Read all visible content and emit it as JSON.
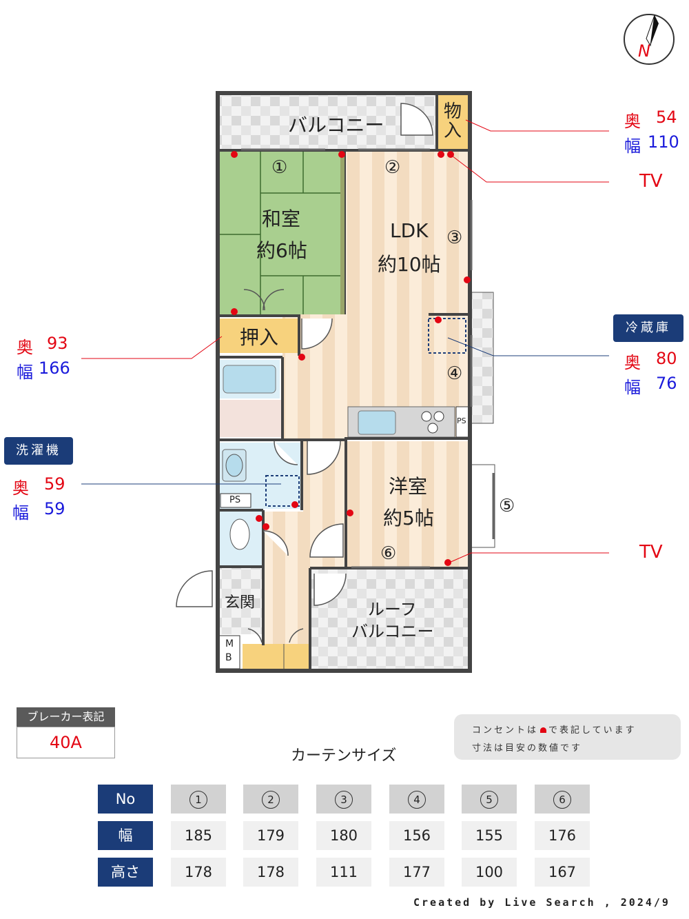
{
  "compass": {
    "label": "N"
  },
  "rooms": {
    "balcony": "バルコニー",
    "storage": "物入",
    "washitsu_name": "和室",
    "washitsu_size": "約6帖",
    "ldk_name": "LDK",
    "ldk_size": "約10帖",
    "oshiire": "押入",
    "yoshitsu_name": "洋室",
    "yoshitsu_size": "約5帖",
    "genkan": "玄関",
    "roof_balcony_1": "ルーフ",
    "roof_balcony_2": "バルコニー",
    "ps": "PS",
    "mb_1": "M",
    "mb_2": "B"
  },
  "window_markers": [
    "①",
    "②",
    "③",
    "④",
    "⑤",
    "⑥"
  ],
  "callouts": {
    "storage": {
      "depth_label": "奥",
      "depth": "54",
      "width_label": "幅",
      "width": "110"
    },
    "tv_top": "TV",
    "oshiire": {
      "depth_label": "奥",
      "depth": "93",
      "width_label": "幅",
      "width": "166"
    },
    "fridge": {
      "tag": "冷蔵庫",
      "depth_label": "奥",
      "depth": "80",
      "width_label": "幅",
      "width": "76"
    },
    "washer": {
      "tag": "洗濯機",
      "depth_label": "奥",
      "depth": "59",
      "width_label": "幅",
      "width": "59"
    },
    "tv_bottom": "TV"
  },
  "breaker": {
    "label": "ブレーカー表記",
    "value": "40A"
  },
  "notes": {
    "line1": "コンセントは",
    "line1b": "で表記しています",
    "line2": "寸法は目安の数値です"
  },
  "curtain": {
    "title": "カーテンサイズ",
    "row_labels": {
      "no": "No",
      "width": "幅",
      "height": "高さ"
    },
    "numbers": [
      "1",
      "2",
      "3",
      "4",
      "5",
      "6"
    ],
    "widths": [
      "185",
      "179",
      "180",
      "156",
      "155",
      "176"
    ],
    "heights": [
      "178",
      "178",
      "111",
      "177",
      "100",
      "167"
    ]
  },
  "footer": "Created by Live Search , 2024/9",
  "colors": {
    "navy": "#1b3c78",
    "red": "#e30613",
    "blue": "#1a1adb",
    "tatami": "#a9cf8f",
    "wood": "#f3dcc0"
  }
}
